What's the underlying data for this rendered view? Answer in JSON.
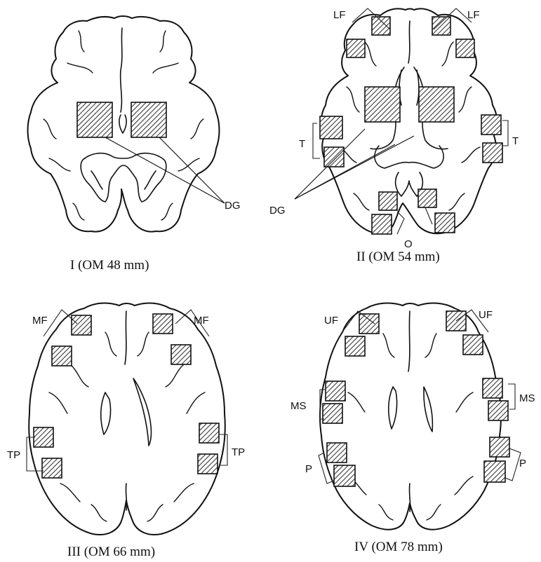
{
  "colors": {
    "ink": "#111111",
    "paper": "#ffffff",
    "hatch": "#555555"
  },
  "panels": [
    {
      "id": "I",
      "caption": "I (OM 48 mm)",
      "region_labels": [
        "DG"
      ]
    },
    {
      "id": "II",
      "caption": "II (OM 54 mm)",
      "region_labels": [
        "LF",
        "LF",
        "T",
        "T",
        "DG",
        "O"
      ]
    },
    {
      "id": "III",
      "caption": "III (OM 66 mm)",
      "region_labels": [
        "MF",
        "MF",
        "TP",
        "TP"
      ]
    },
    {
      "id": "IV",
      "caption": "IV (OM 78 mm)",
      "region_labels": [
        "UF",
        "UF",
        "MS",
        "MS",
        "P",
        "P"
      ]
    }
  ]
}
